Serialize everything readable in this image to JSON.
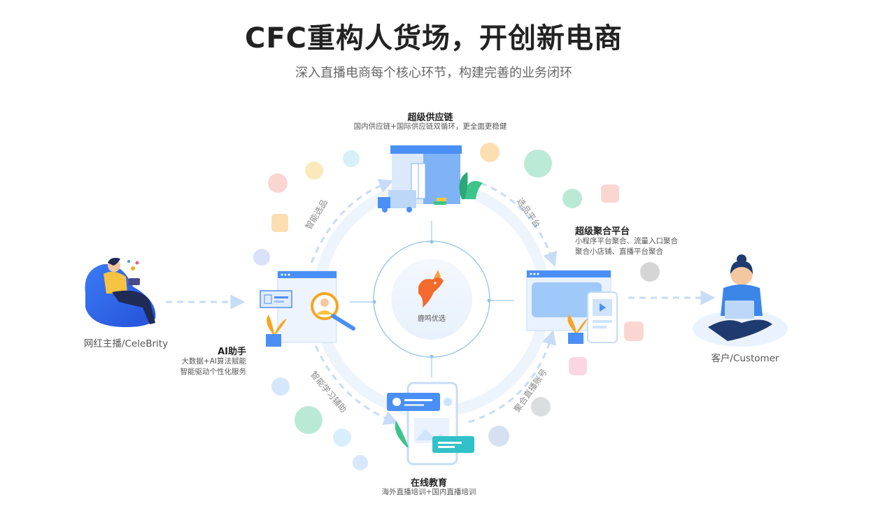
{
  "header": {
    "title": "CFC重构人货场，开创新电商",
    "subtitle": "深入直播电商每个核心环节，构建完善的业务闭环"
  },
  "center": {
    "label": "鹿鸣优选"
  },
  "nodes": {
    "supply_chain": {
      "title": "超级供应链",
      "desc": "国内供应链+国际供应链双循环，更全面更稳健"
    },
    "aggregation": {
      "title": "超级聚合平台",
      "desc_line1": "小程序平台聚合、流量入口聚合",
      "desc_line2": "聚合小店铺、直播平台聚合"
    },
    "ai_assistant": {
      "title": "AI助手",
      "desc_line1": "大数据+AI算法赋能",
      "desc_line2": "智能驱动个性化服务"
    },
    "education": {
      "title": "在线教育",
      "desc": "海外直播培训+国内直播培训"
    }
  },
  "arcs": {
    "top_left": "智能选品",
    "top_right": "选品平台",
    "bottom_left": "智能学习辅助",
    "bottom_right": "聚合直播账号"
  },
  "people": {
    "celebrity": "网红主播/CeleBrity",
    "customer": "客户/Customer"
  },
  "colors": {
    "accent_blue": "#4a8ff5",
    "light_blue": "#cfe3fb",
    "orange": "#f6a623",
    "green": "#3cc48a",
    "text_dark": "#222222",
    "text_gray": "#666666"
  }
}
